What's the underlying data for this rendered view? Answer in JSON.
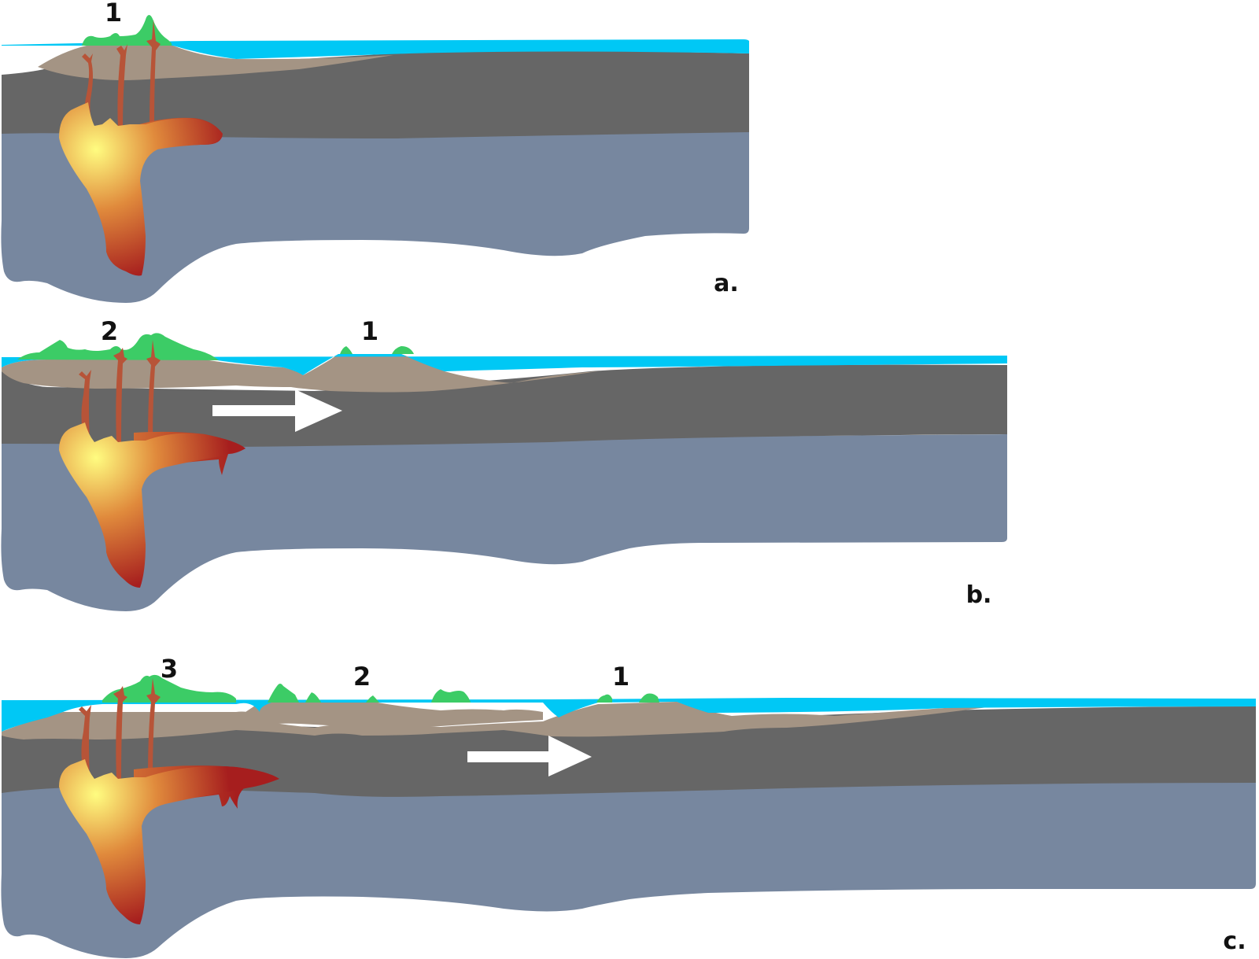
{
  "colors": {
    "sea": "#00c8f5",
    "volcanic_rock": "#a49484",
    "vegetation": "#3ccc66",
    "lithosphere_crust": "#666666",
    "mantle": "#77879f",
    "plume_core": "#fffc80",
    "plume_mid": "#e08a3c",
    "plume_outer": "#a61e1e",
    "conduit": "#b75438",
    "arrow": "#ffffff"
  },
  "panels": [
    {
      "id": "a",
      "letter": "a.",
      "island_numbers": [
        "1"
      ]
    },
    {
      "id": "b",
      "letter": "b.",
      "island_numbers": [
        "2",
        "1"
      ],
      "arrow_icon": "plate-motion-arrow-icon"
    },
    {
      "id": "c",
      "letter": "c.",
      "island_numbers": [
        "3",
        "2",
        "1"
      ],
      "arrow_icon": "plate-motion-arrow-icon"
    }
  ]
}
